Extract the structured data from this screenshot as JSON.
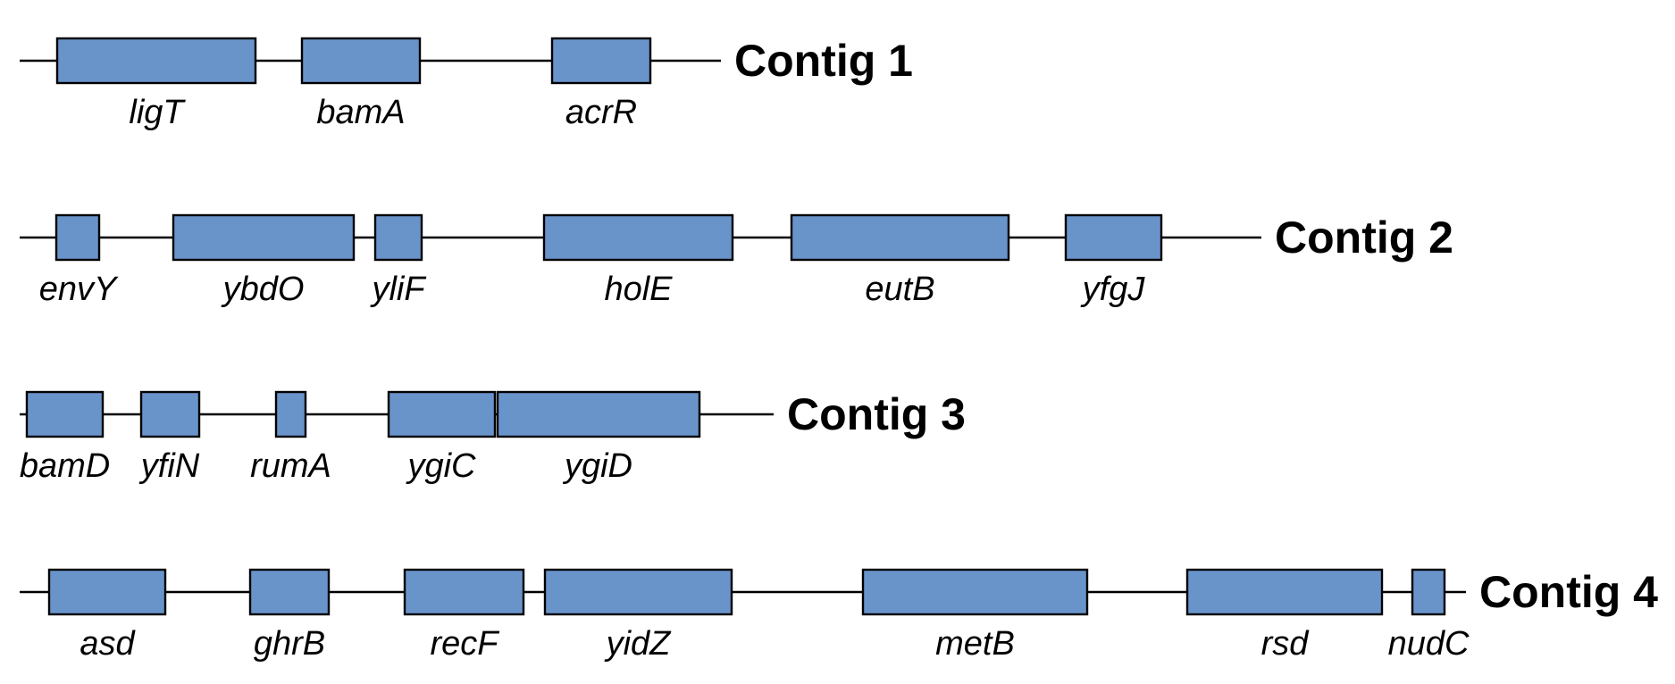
{
  "colors": {
    "gene_fill": "#6994CA",
    "stroke": "#000000",
    "background": "#FFFFFF"
  },
  "contigs": [
    {
      "title": "Contig 1",
      "genes": [
        {
          "name": "ligT"
        },
        {
          "name": "bamA"
        },
        {
          "name": "acrR"
        }
      ]
    },
    {
      "title": "Contig 2",
      "genes": [
        {
          "name": "envY"
        },
        {
          "name": "ybdO"
        },
        {
          "name": "yliF"
        },
        {
          "name": "holE"
        },
        {
          "name": "eutB"
        },
        {
          "name": "yfgJ"
        }
      ]
    },
    {
      "title": "Contig 3",
      "genes": [
        {
          "name": "bamD"
        },
        {
          "name": "yfiN"
        },
        {
          "name": "rumA"
        },
        {
          "name": "ygiC"
        },
        {
          "name": "ygiD"
        }
      ]
    },
    {
      "title": "Contig 4",
      "genes": [
        {
          "name": "asd"
        },
        {
          "name": "ghrB"
        },
        {
          "name": "recF"
        },
        {
          "name": "yidZ"
        },
        {
          "name": "metB"
        },
        {
          "name": "rsd"
        },
        {
          "name": "nudC"
        }
      ]
    }
  ]
}
